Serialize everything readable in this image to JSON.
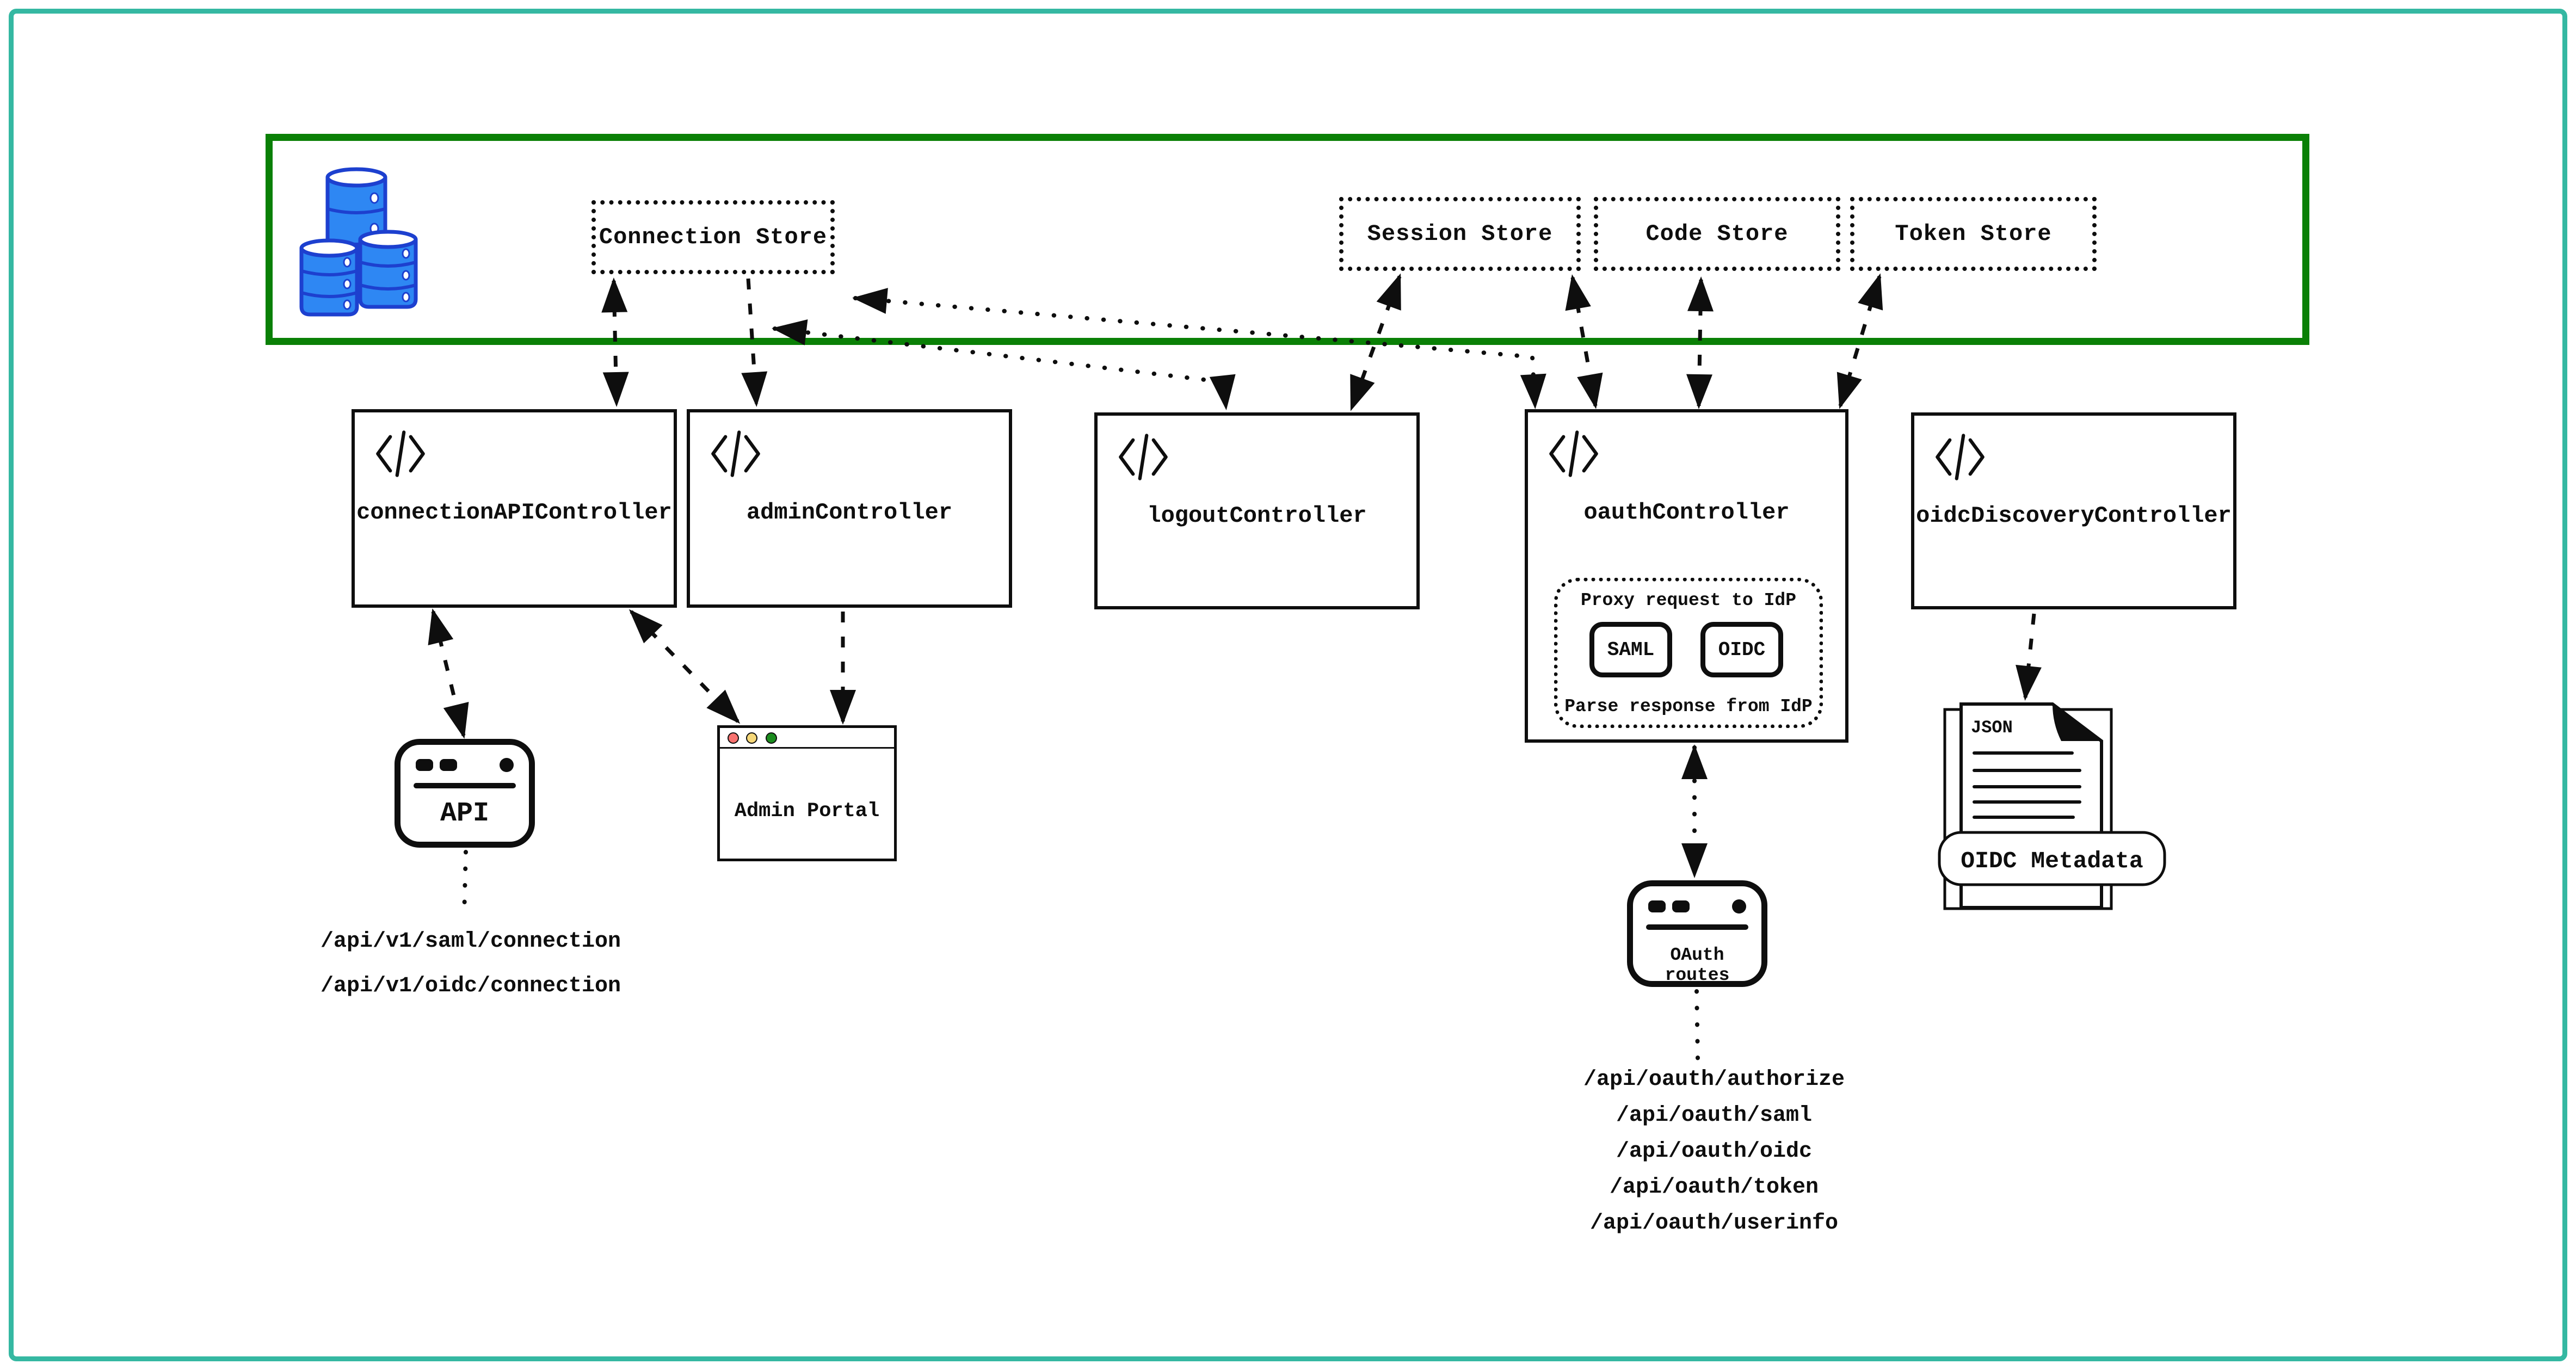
{
  "zone": {
    "stores": [
      {
        "label": "Connection Store"
      },
      {
        "label": "Session Store"
      },
      {
        "label": "Code Store"
      },
      {
        "label": "Token Store"
      }
    ]
  },
  "controllers": {
    "connection": {
      "label": "connectionAPIController"
    },
    "admin": {
      "label": "adminController"
    },
    "logout": {
      "label": "logoutController"
    },
    "oauth": {
      "label": "oauthController",
      "proxy": {
        "top_label": "Proxy request to IdP",
        "bottom_label": "Parse response from IdP",
        "protocols": [
          "SAML",
          "OIDC"
        ]
      }
    },
    "oidc_discovery": {
      "label": "oidcDiscoveryController"
    }
  },
  "clients": {
    "api_window": {
      "label": "API"
    },
    "admin_portal": {
      "label": "Admin Portal"
    },
    "oauth_routes_window": {
      "label": "OAuth routes"
    },
    "oidc_metadata_doc": {
      "file_type": "JSON",
      "label": "OIDC Metadata"
    }
  },
  "endpoints": {
    "connection_api": [
      "/api/v1/saml/connection",
      "/api/v1/oidc/connection"
    ],
    "oauth": [
      "/api/oauth/authorize",
      "/api/oauth/saml",
      "/api/oauth/oidc",
      "/api/oauth/token",
      "/api/oauth/userinfo"
    ]
  },
  "colors": {
    "frame": "#35b8a2",
    "zone": "#0a8006",
    "dbFill": "#2e87f3",
    "dbStroke": "#1d40cf",
    "lightRed": "#f8726f",
    "lightYellow": "#f6d879",
    "lightGreen": "#1b8c1e",
    "ink": "#0e0e0e"
  }
}
